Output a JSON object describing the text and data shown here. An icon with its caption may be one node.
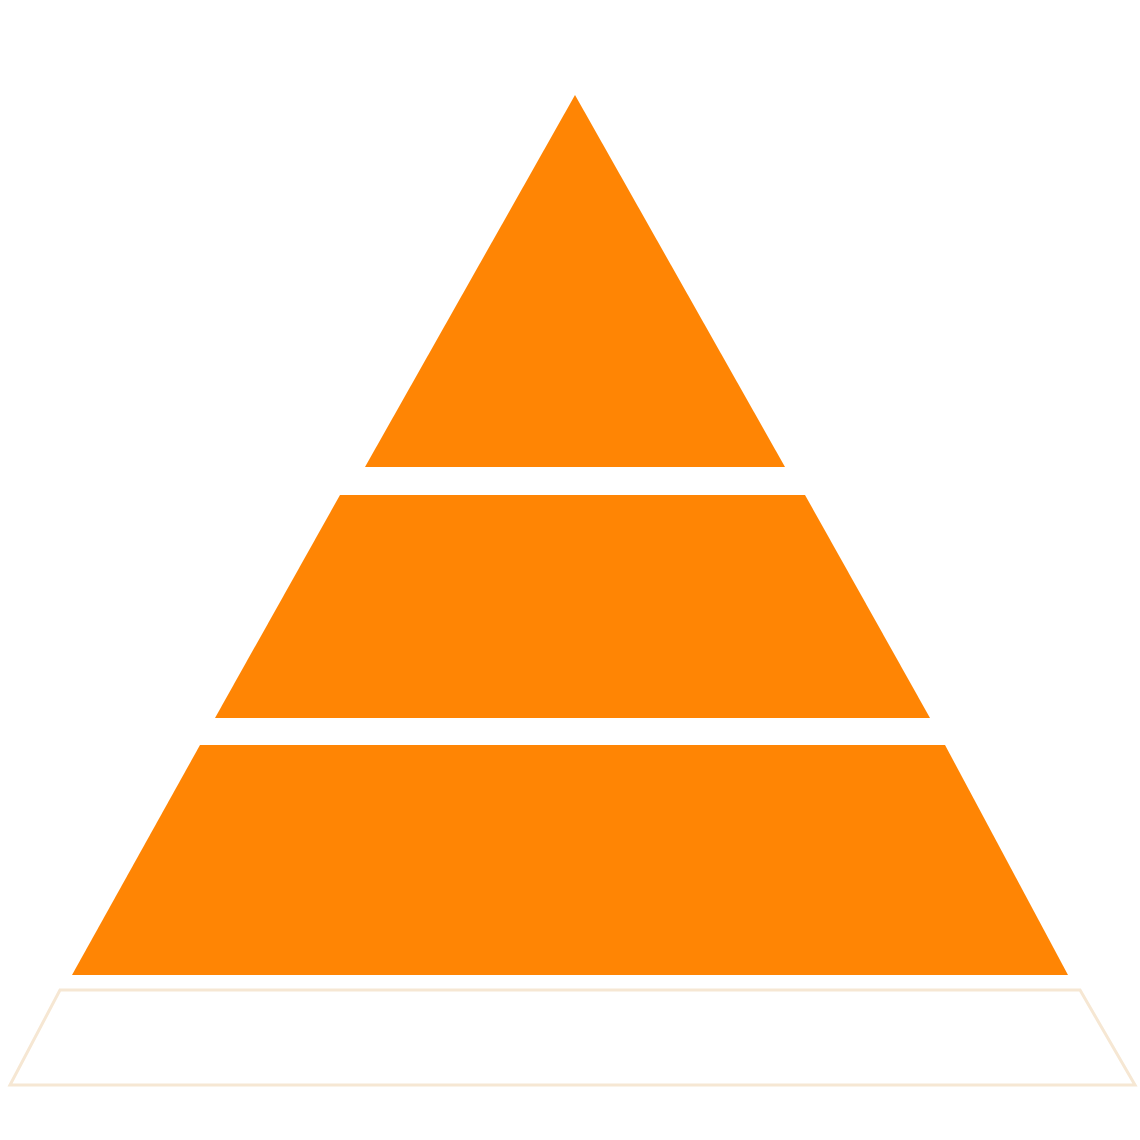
{
  "diagram": {
    "nodes": [
      {
        "text": [],
        "shape": "triangle"
      },
      {
        "text": [],
        "shape": "trapezoid"
      },
      {
        "text": [],
        "shape": "trapezoid"
      },
      {
        "text": [],
        "shape": "trapezoid"
      }
    ]
  }
}
